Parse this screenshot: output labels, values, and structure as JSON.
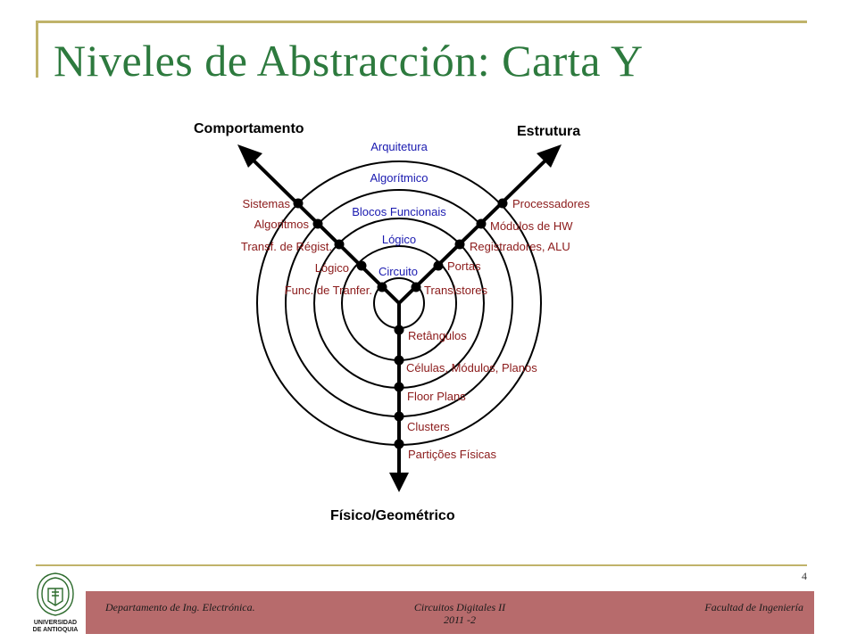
{
  "slide": {
    "title": "Niveles de Abstracción: Carta Y",
    "page_number": "4"
  },
  "diagram": {
    "axes": {
      "behavior": "Comportamento",
      "structure": "Estrutura",
      "physical": "Físico/Geométrico"
    },
    "rings": [
      "Arquitetura",
      "Algorítmico",
      "Blocos Funcionais",
      "Lógico",
      "Circuito"
    ],
    "behavior_items": [
      "Sistemas",
      "Algoritmos",
      "Transf. de Régist.",
      "Lógico",
      "Func. de Tranfer."
    ],
    "structure_items": [
      "Processadores",
      "Módulos de HW",
      "Registradores, ALU",
      "Portas",
      "Transistores"
    ],
    "physical_items": [
      "Retângulos",
      "Células, Módulos, Planos",
      "Floor Plans",
      "Clusters",
      "Partições Físicas"
    ]
  },
  "footer": {
    "department": "Departamento de Ing. Electrónica.",
    "course": "Circuitos Digitales II",
    "semester": "2011 -2",
    "faculty": "Facultad de Ingeniería",
    "logo_line1": "UNIVERSIDAD",
    "logo_line2": "DE ANTIOQUIA"
  },
  "colors": {
    "title": "#2d7a3e",
    "rule": "#c0b36a",
    "footer_bar": "#b76b6c",
    "ring_label": "#1a1ab0",
    "item_label": "#8b1a1a"
  }
}
